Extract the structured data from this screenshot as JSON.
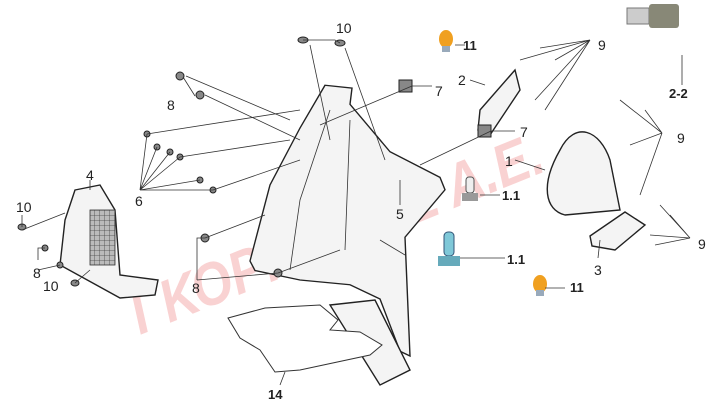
{
  "watermark": "ΓΚΟΡΓΙΑΔΗΣ Α.Ε.",
  "callouts": {
    "c10_top": "10",
    "c11_top": "11",
    "c9_top": "9",
    "c2_2": "2-2",
    "c8_top": "8",
    "c7_top": "7",
    "c2": "2",
    "c7_mid": "7",
    "c1": "1",
    "c9_mid": "9",
    "c6": "6",
    "c4": "4",
    "c1_1_top": "1.1",
    "c5": "5",
    "c10_left": "10",
    "c1_1_bottom": "1.1",
    "c9_bottom": "9",
    "c3": "3",
    "c8_left": "8",
    "c10_left_bottom": "10",
    "c8_bottom": "8",
    "c11_bottom": "11",
    "c14": "14"
  },
  "colors": {
    "bulb_orange": "#f0a020",
    "bulb_blue": "#7fc8d8",
    "watermark": "#f08080"
  }
}
